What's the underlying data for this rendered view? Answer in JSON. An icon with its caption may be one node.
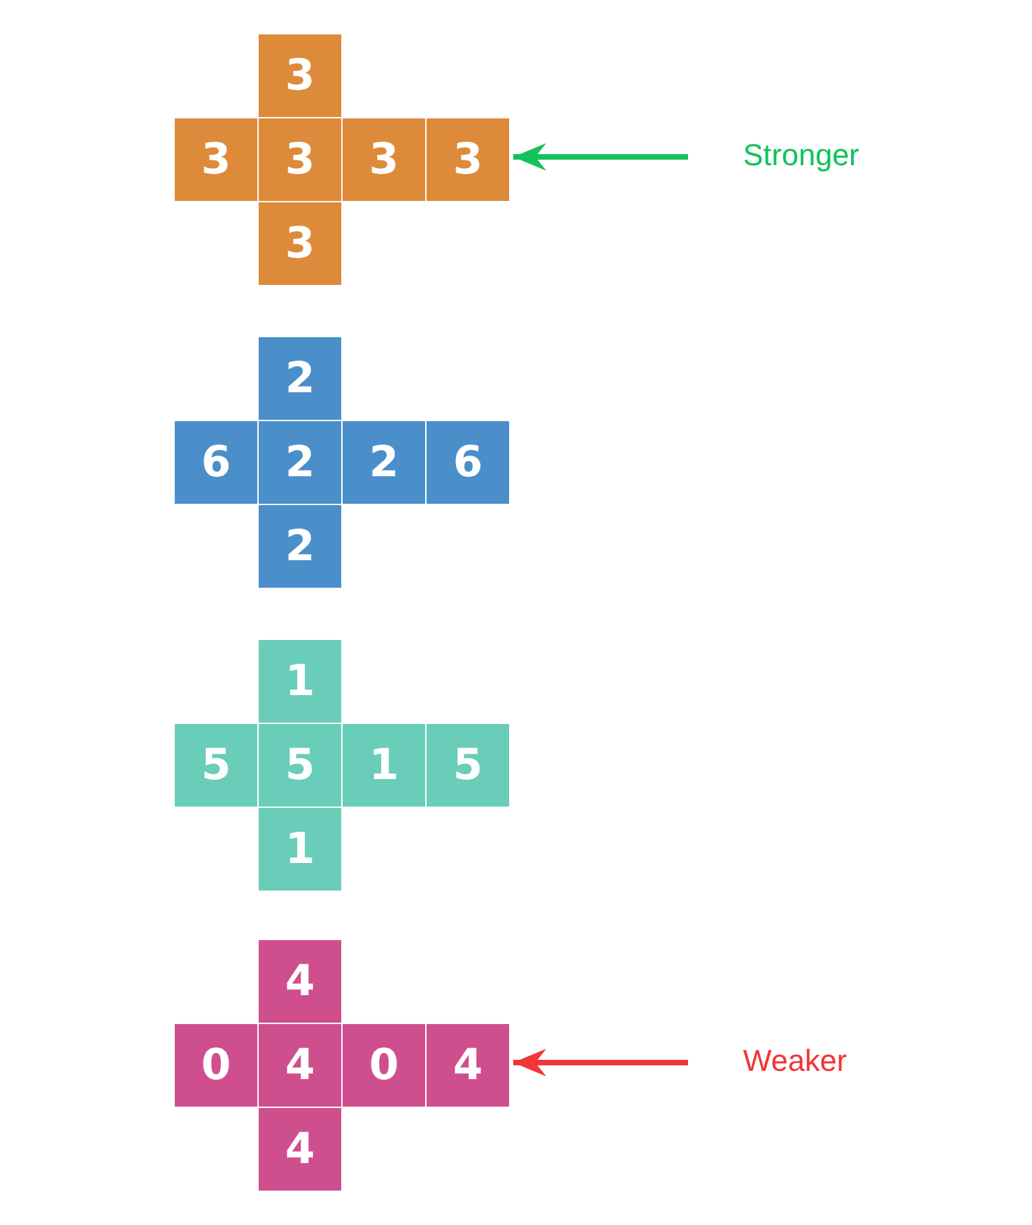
{
  "diagram": {
    "nodes": [
      {
        "text": [
          "3"
        ]
      },
      {
        "text": [
          "3"
        ]
      },
      {
        "text": [
          "3"
        ]
      },
      {
        "text": [
          "3"
        ]
      },
      {
        "text": [
          "3"
        ]
      },
      {
        "text": [
          "3"
        ]
      },
      {
        "text": [
          "2"
        ]
      },
      {
        "text": [
          "6"
        ]
      },
      {
        "text": [
          "2"
        ]
      },
      {
        "text": [
          "2"
        ]
      },
      {
        "text": [
          "6"
        ]
      },
      {
        "text": [
          "2"
        ]
      },
      {
        "text": [
          "1"
        ]
      },
      {
        "text": [
          "5"
        ]
      },
      {
        "text": [
          "5"
        ]
      },
      {
        "text": [
          "1"
        ]
      },
      {
        "text": [
          "5"
        ]
      },
      {
        "text": [
          "1"
        ]
      },
      {
        "text": [
          "4"
        ]
      },
      {
        "text": [
          "0"
        ]
      },
      {
        "text": [
          "4"
        ]
      },
      {
        "text": [
          "0"
        ]
      },
      {
        "text": [
          "4"
        ]
      },
      {
        "text": [
          "4"
        ]
      },
      {
        "text": [
          "Stronger"
        ]
      },
      {
        "text": [
          "Weaker"
        ]
      }
    ],
    "edges": [
      {
        "from": 24,
        "to": 4,
        "arrow": "to",
        "color": "#13c25a"
      },
      {
        "from": 25,
        "to": 22,
        "arrow": "to",
        "color": "#f23535"
      }
    ]
  }
}
